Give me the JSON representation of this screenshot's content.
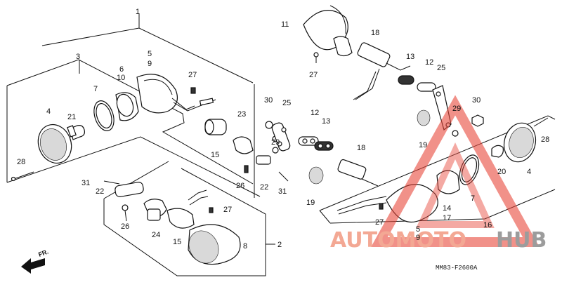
{
  "diagram": {
    "code": "MM83-F2600A",
    "front_arrow": "FR.",
    "watermark": {
      "prefix": "AUTOMOTO",
      "suffix": "HUB",
      "accent": "#e8473a",
      "accent_soft": "#f29a82",
      "gray": "#8b8b8b"
    },
    "labels": [
      "1",
      "2",
      "3",
      "4",
      "5",
      "9",
      "6",
      "10",
      "7",
      "8",
      "11",
      "12",
      "13",
      "14",
      "17",
      "15",
      "16",
      "18",
      "19",
      "20",
      "21",
      "22",
      "23",
      "24",
      "25",
      "26",
      "27",
      "28",
      "29",
      "30",
      "31"
    ]
  }
}
